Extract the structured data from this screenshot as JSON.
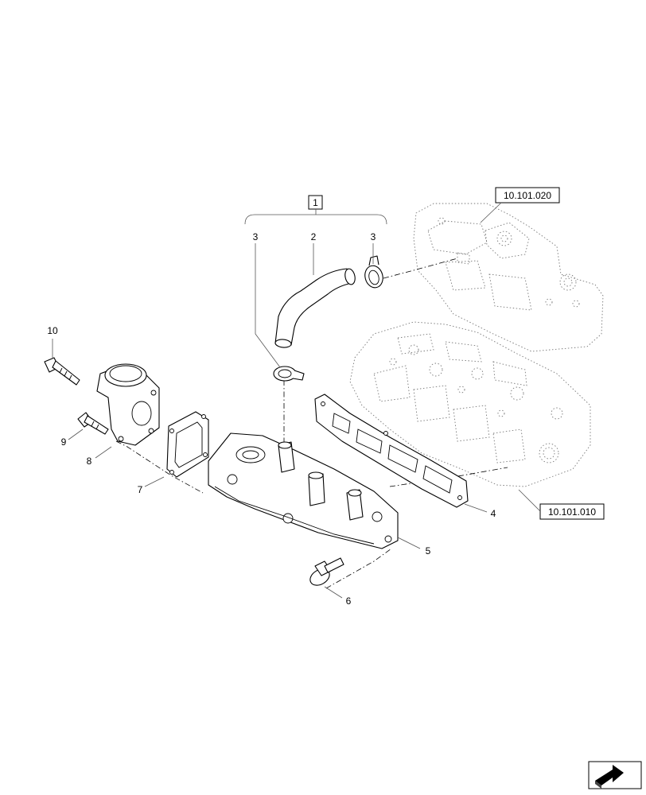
{
  "group_label": "1",
  "references": {
    "valve_cover": "10.101.020",
    "cylinder_head": "10.101.010"
  },
  "callouts": {
    "c2": "2",
    "c3_left": "3",
    "c3_right": "3",
    "c4": "4",
    "c5": "5",
    "c6": "6",
    "c7": "7",
    "c8": "8",
    "c9": "9",
    "c10": "10"
  },
  "icons": {
    "corner": "next-page-arrow-icon"
  }
}
